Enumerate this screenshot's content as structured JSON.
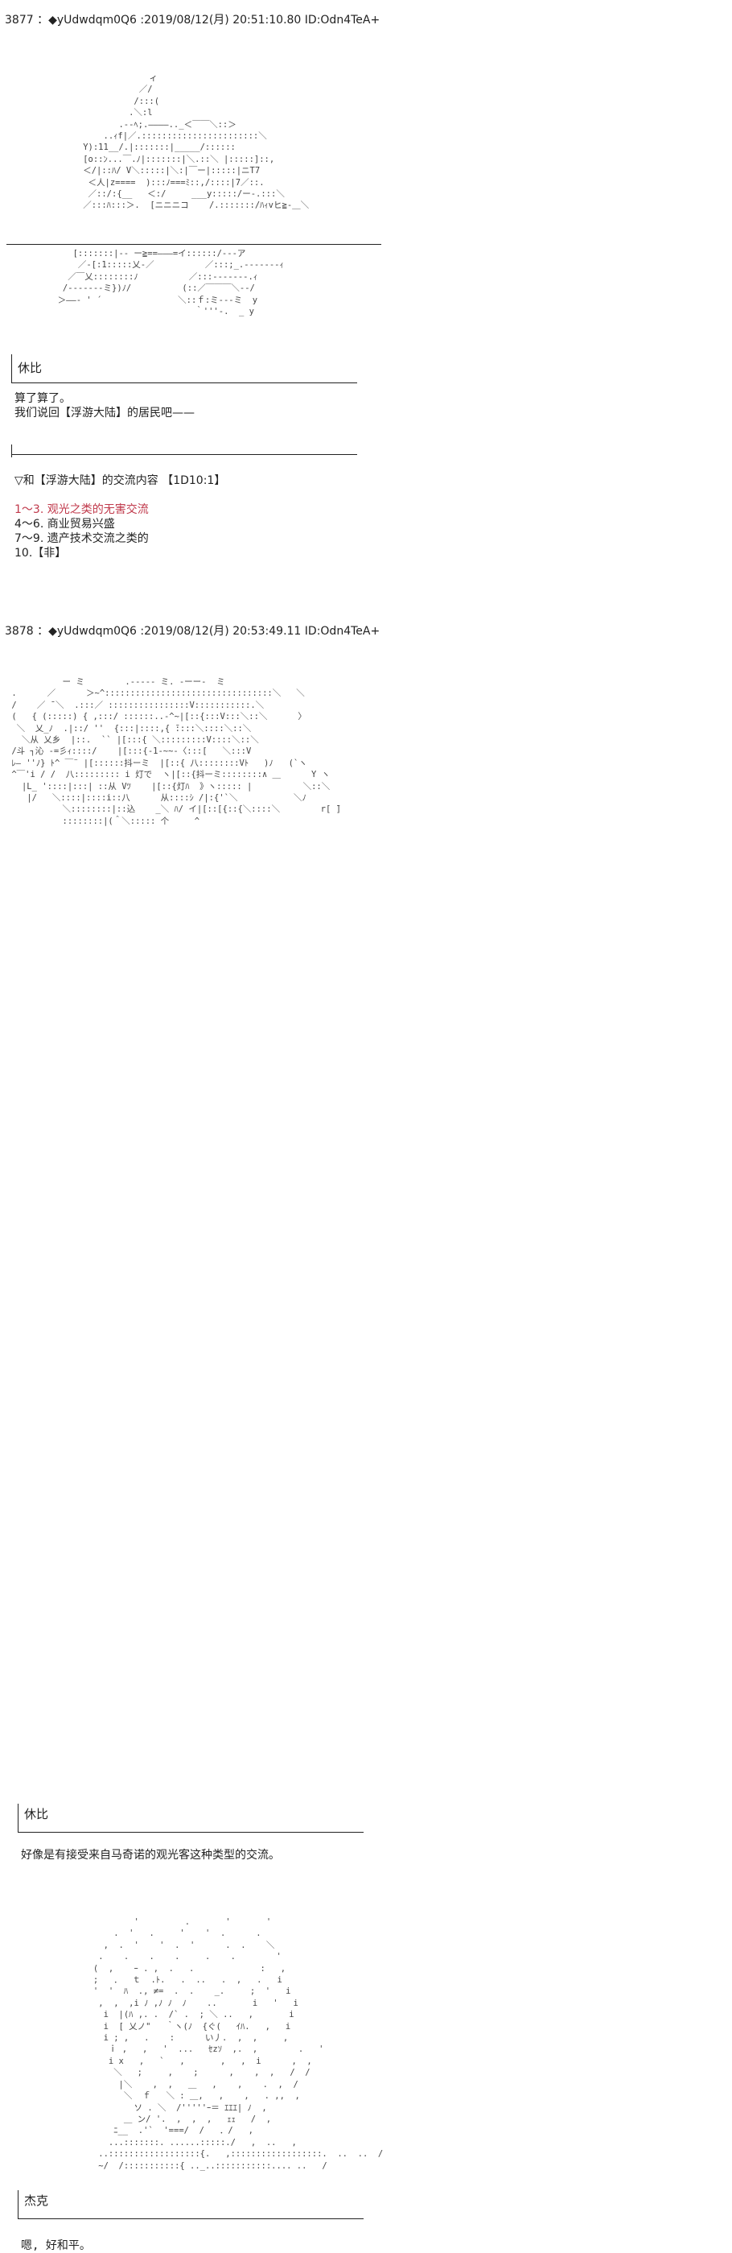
{
  "posts": [
    {
      "header": "3877 ：◆yUdwdqm0Q6 :2019/08/12(月) 20:51:10.80 ID:Odn4TeA+",
      "blocks": [
        {
          "speaker": "休比",
          "lines": [
            "算了算了。",
            "我们说回【浮游大陆】的居民吧——"
          ]
        },
        {
          "speaker": "",
          "lines": [
            "▽和【浮游大陆】的交流内容 【1D10:1】",
            "",
            "1～3. 观光之类的无害交流",
            "4～6. 商业贸易兴盛",
            "7～9. 遗产技术交流之类的",
            "10.【非】"
          ]
        }
      ]
    },
    {
      "header": "3878 ：◆yUdwdqm0Q6 :2019/08/12(月) 20:53:49.11 ID:Odn4TeA+",
      "blocks": [
        {
          "speaker": "休比",
          "lines": [
            "好像是有接受来自马奇诺的观光客这种类型的交流。"
          ]
        },
        {
          "speaker": "杰克",
          "lines": [
            "嗯, 好和平。"
          ]
        }
      ]
    }
  ],
  "colors": {
    "text": "#222222",
    "highlight": "#c0394b"
  }
}
